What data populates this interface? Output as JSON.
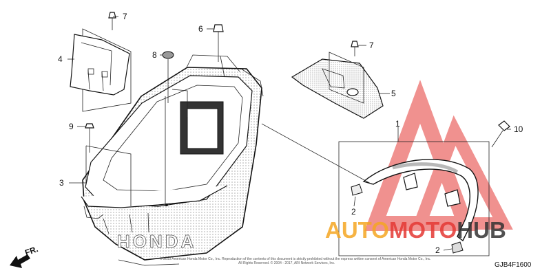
{
  "callouts": {
    "c1": "1",
    "c2a": "2",
    "c2b": "2",
    "c3": "3",
    "c4": "4",
    "c5": "5",
    "c6": "6",
    "c7a": "7",
    "c7b": "7",
    "c8": "8",
    "c9": "9",
    "c10": "10"
  },
  "direction_label": "FR.",
  "diagram_code": "GJB4F1600",
  "copyright_line1": "© 2010 American Honda Motor Co., Inc. Reproduction of the contents of this document is strictly prohibited without the express written consent of American Honda Motor Co., Inc.",
  "copyright_line2": "All Rights Reserved. © 2004 - 2017, ARI Network Services, Inc.",
  "embossed_brand": "HONDA",
  "watermark": {
    "text_part1": "AUTO",
    "text_part2": "MOTO",
    "text_part3": "HUB",
    "color_orange": "#f5a623",
    "color_red": "#e53935",
    "color_dark": "#333333"
  }
}
